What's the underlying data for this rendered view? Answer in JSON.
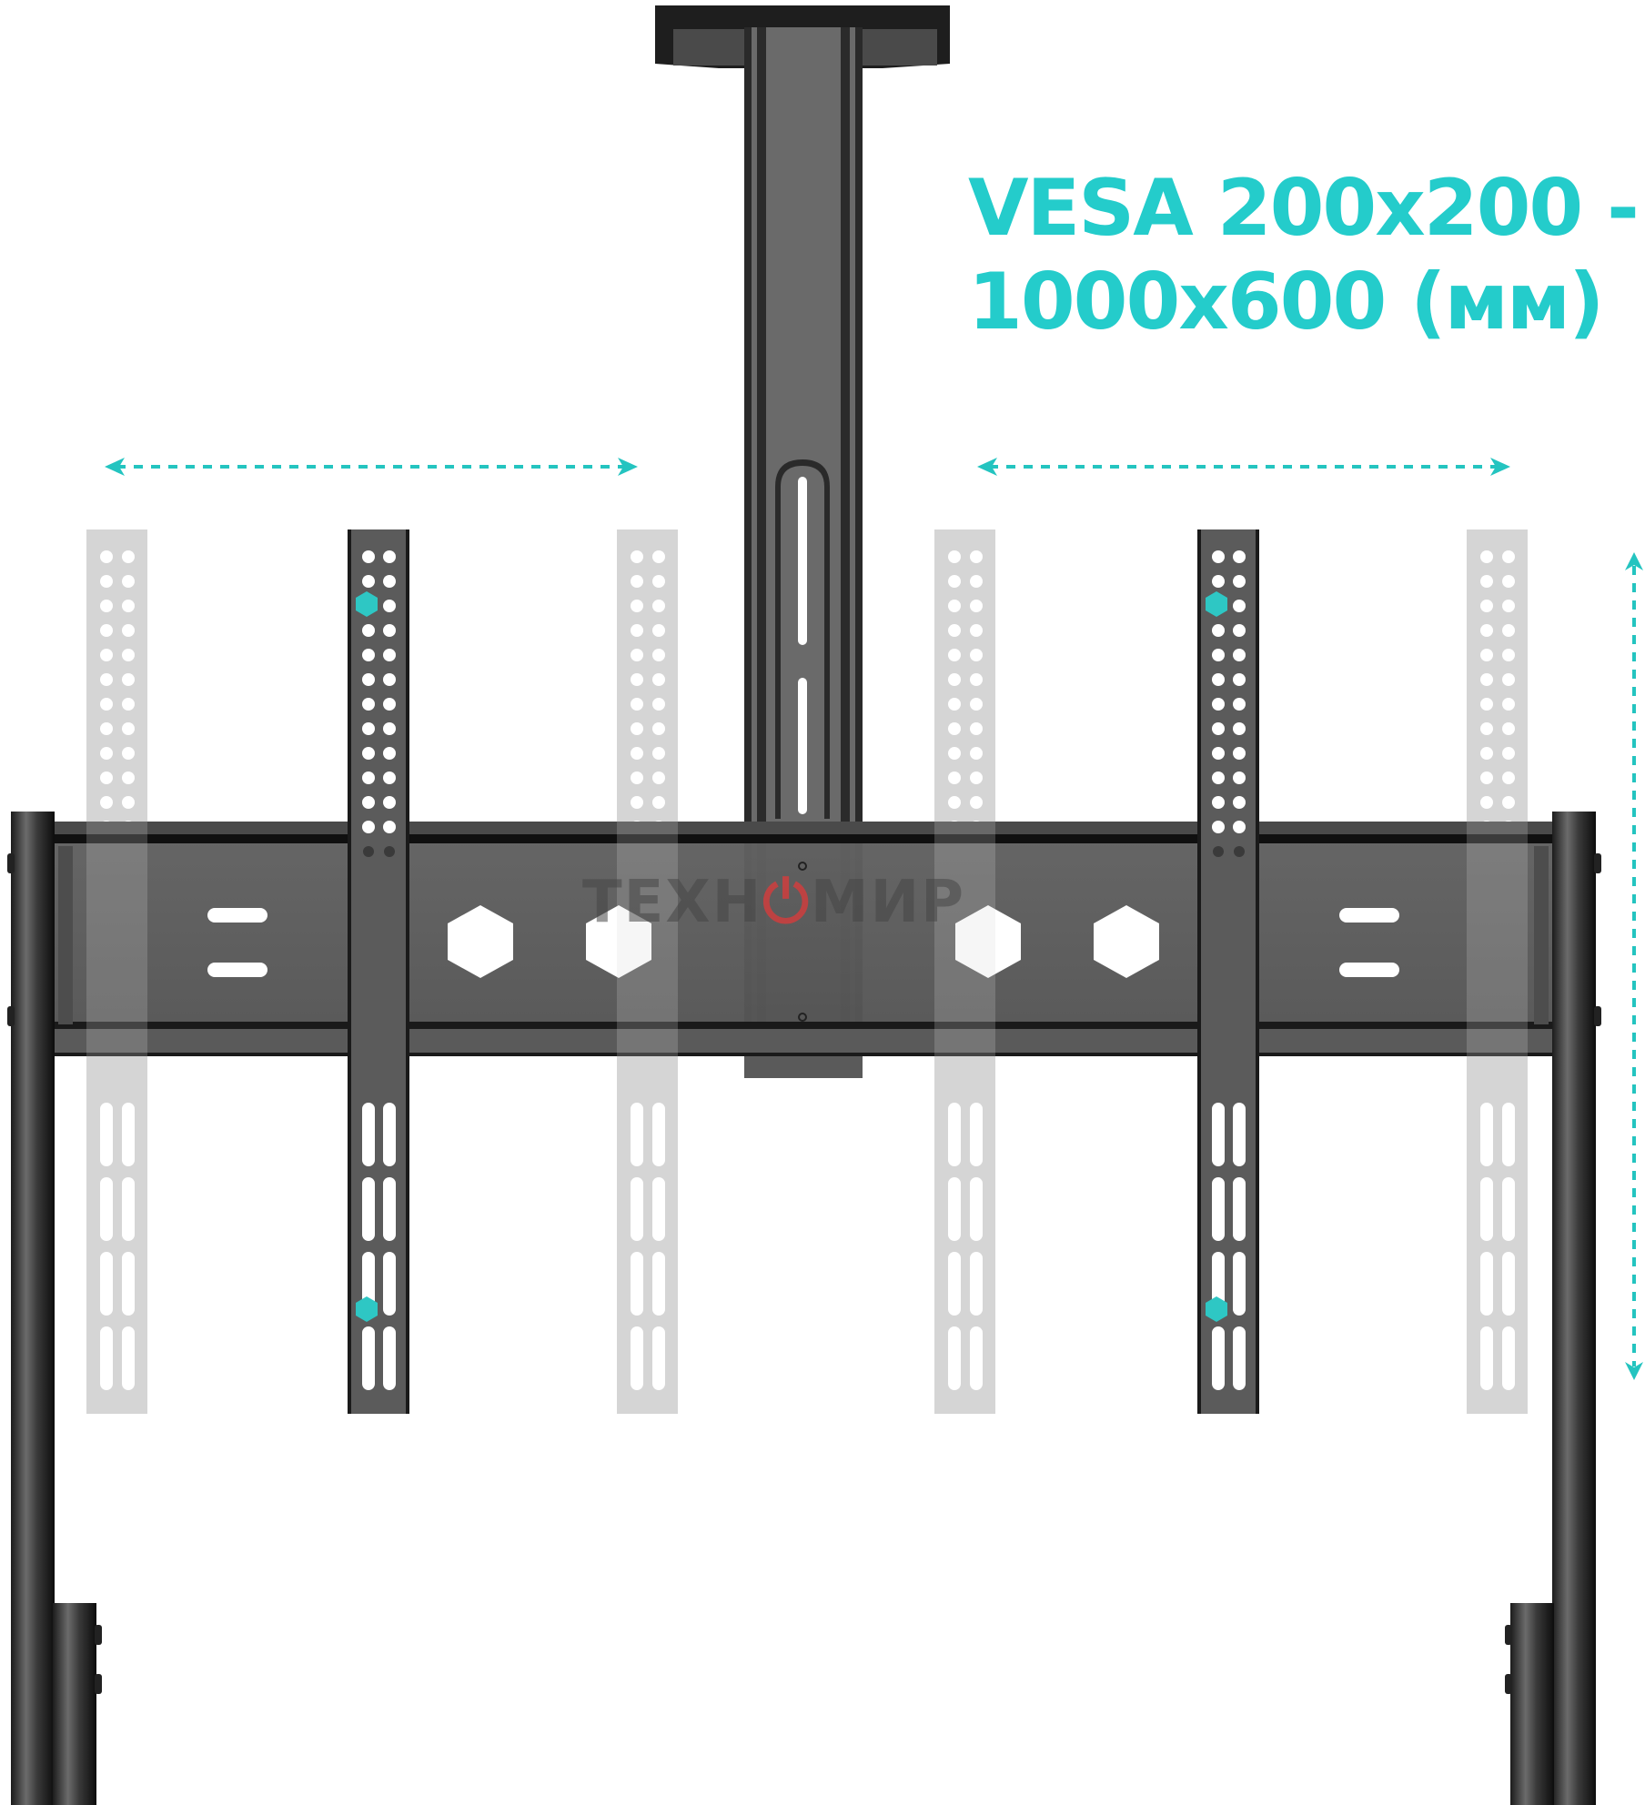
{
  "headline": {
    "line1": "VESA 200x200 -",
    "line2": "1000x600 (мм)",
    "color": "#24cccb"
  },
  "watermark": {
    "text_before": "ТЕХН",
    "power_glyph": "⏻",
    "text_after": "МИР",
    "accent_color": "#d63c3c"
  },
  "product": {
    "subject": "TV stand wall plate with adjustable VESA brackets",
    "metal_color": "#5e5e5e",
    "ghost_color": "#d4d4d4",
    "marker_color": "#2ec7c4"
  },
  "annotations": {
    "arrow_left": "horizontal-double-arrow",
    "arrow_right": "horizontal-double-arrow",
    "arrow_vertical": "vertical-double-arrow"
  }
}
